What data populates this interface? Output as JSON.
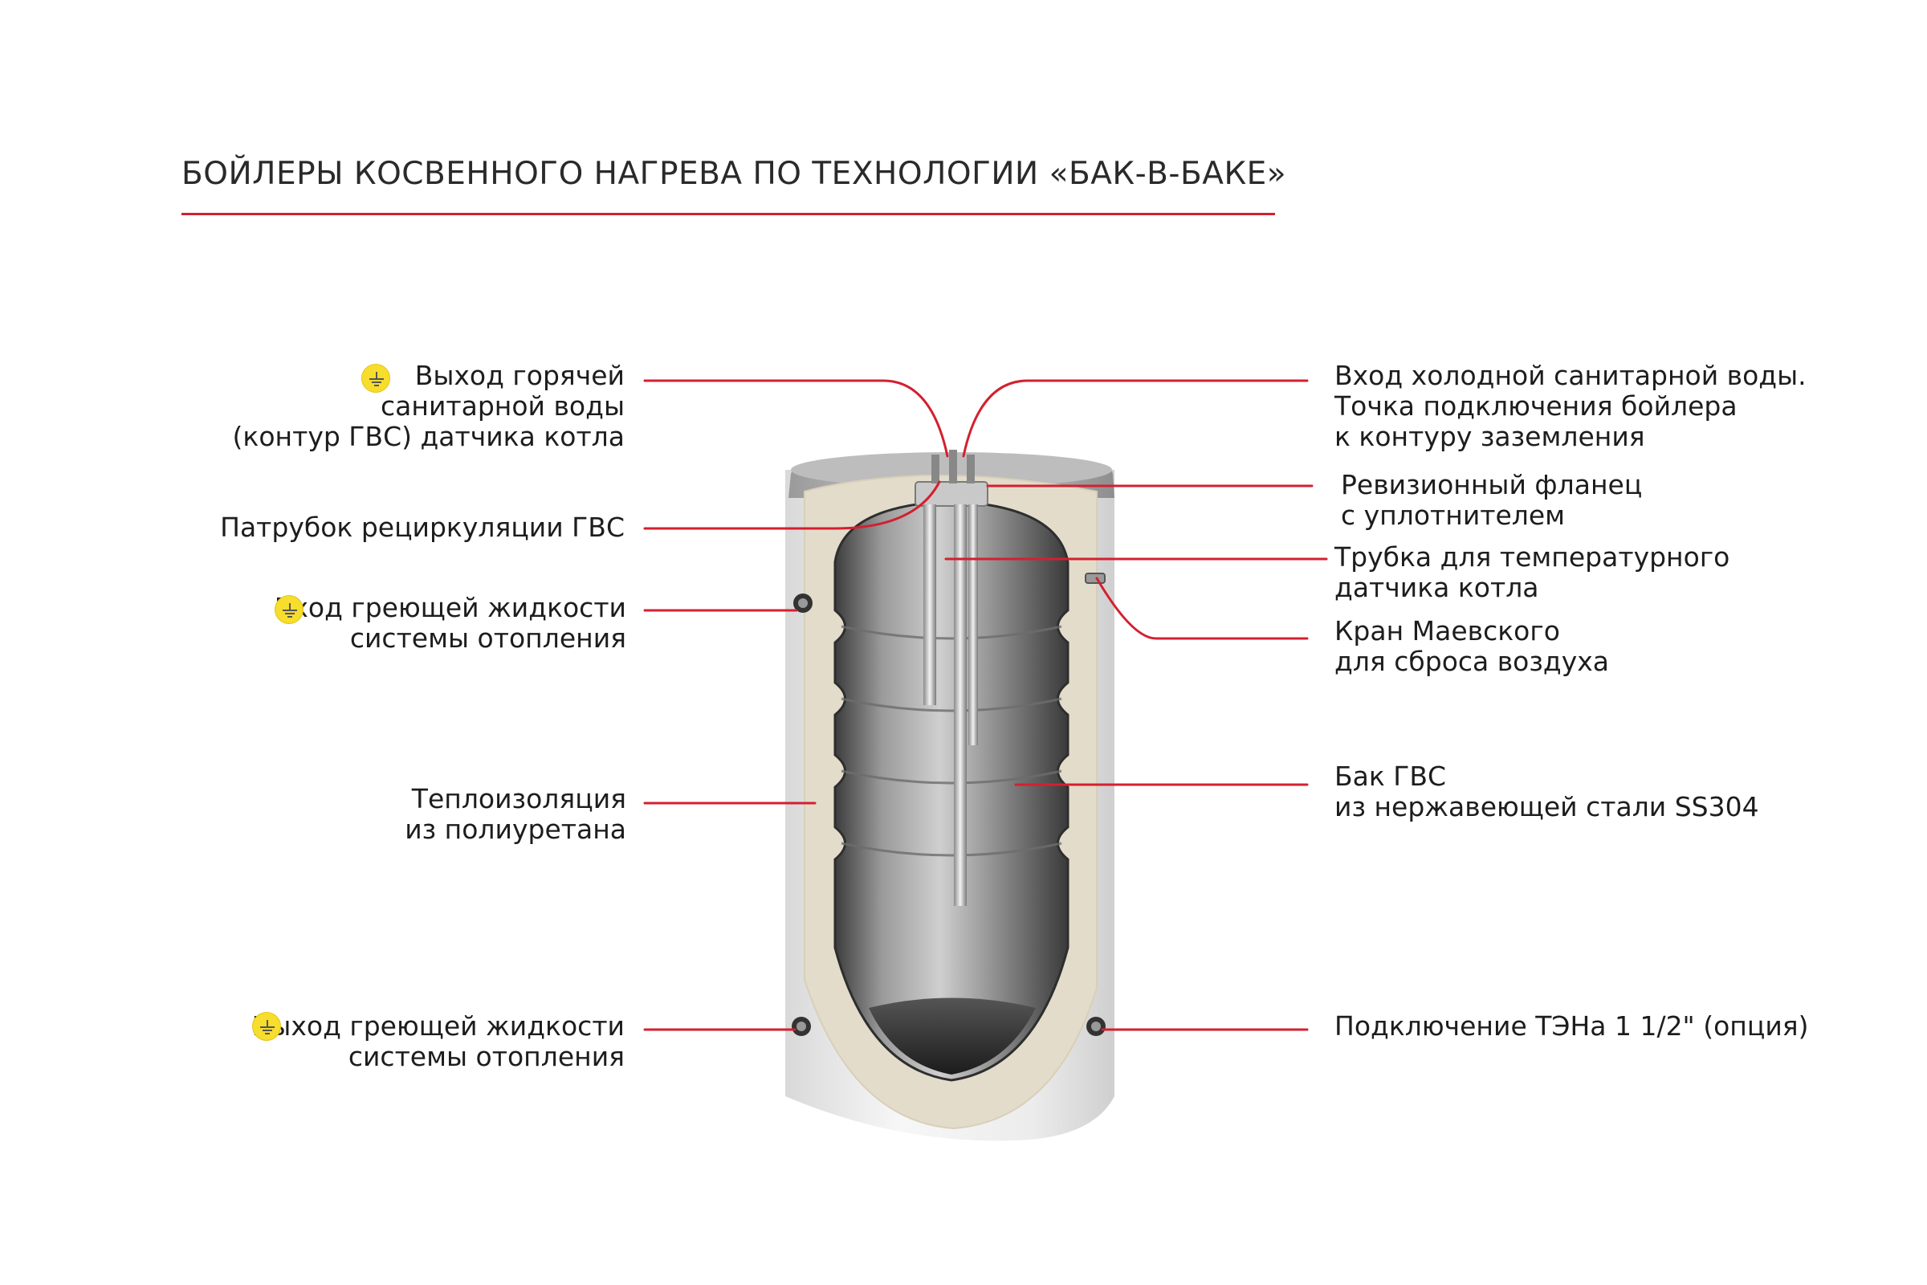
{
  "title": "БОЙЛЕРЫ КОСВЕННОГО НАГРЕВА ПО ТЕХНОЛОГИИ «БАК-В-БАКЕ»",
  "colors": {
    "accent": "#d32030",
    "ground_badge": "#f7dd2c",
    "insulation": "#e3dccb",
    "casing": "#eeeeee"
  },
  "icons": {
    "ground": "ground-symbol-icon"
  },
  "labels_left": [
    {
      "id": "hot-water-outlet",
      "lines": [
        "Выход горячей",
        "санитарной воды",
        "(контур ГВС) датчика котла"
      ],
      "ground": true
    },
    {
      "id": "recirculation",
      "lines": [
        "Патрубок рециркуляции ГВС"
      ],
      "ground": false
    },
    {
      "id": "heating-inlet",
      "lines": [
        "Вход греющей жидкости",
        "системы отопления"
      ],
      "ground": true
    },
    {
      "id": "insulation",
      "lines": [
        "Теплоизоляция",
        "из полиуретана"
      ],
      "ground": false
    },
    {
      "id": "heating-outlet",
      "lines": [
        "Выход греющей жидкости",
        "системы отопления"
      ],
      "ground": true
    }
  ],
  "labels_right": [
    {
      "id": "cold-water-inlet",
      "lines": [
        "Вход холодной санитарной воды.",
        "Точка подключения бойлера",
        "к контуру заземления"
      ]
    },
    {
      "id": "flange",
      "lines": [
        "Ревизионный фланец",
        "с уплотнителем"
      ]
    },
    {
      "id": "sensor-tube",
      "lines": [
        "Трубка для температурного",
        "датчика котла"
      ]
    },
    {
      "id": "air-valve",
      "lines": [
        "Кран Маевского",
        "для сброса воздуха"
      ]
    },
    {
      "id": "dhw-tank",
      "lines": [
        "Бак ГВС",
        "из нержавеющей стали SS304"
      ]
    },
    {
      "id": "heater-connection",
      "lines": [
        "Подключение ТЭНа 1 1/2\" (опция)"
      ]
    }
  ]
}
